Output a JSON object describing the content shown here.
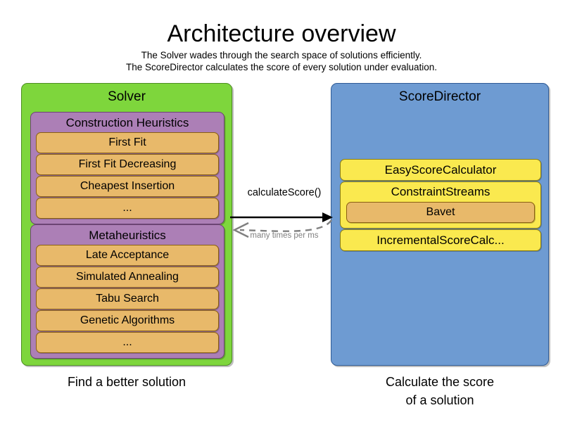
{
  "header": {
    "title": "Architecture overview",
    "subtitle_lines": [
      "The Solver wades through the search space of solutions efficiently.",
      "The ScoreDirector calculates the score of every solution under evaluation."
    ]
  },
  "colors": {
    "solver_panel": "#7ED63C",
    "score_director_panel": "#6E9BD2",
    "group": "#AC7FB6",
    "item_orange": "#E8B96A",
    "item_yellow": "#FAE94F",
    "arrow_solid": "#000000",
    "arrow_dashed": "#808080"
  },
  "solver": {
    "title": "Solver",
    "caption": "Find a better solution",
    "groups": [
      {
        "title": "Construction Heuristics",
        "items": [
          "First Fit",
          "First Fit Decreasing",
          "Cheapest Insertion",
          "..."
        ]
      },
      {
        "title": "Metaheuristics",
        "items": [
          "Late Acceptance",
          "Simulated Annealing",
          "Tabu Search",
          "Genetic Algorithms",
          "..."
        ]
      }
    ]
  },
  "score_director": {
    "title": "ScoreDirector",
    "caption_lines": [
      "Calculate the score",
      "of a solution"
    ],
    "items": [
      {
        "label": "EasyScoreCalculator",
        "children": []
      },
      {
        "label": "ConstraintStreams",
        "children": [
          "Bavet"
        ]
      },
      {
        "label": "IncrementalScoreCalc...",
        "children": []
      }
    ]
  },
  "arrows": {
    "call_label": "calculateScore()",
    "return_label": "many times per ms"
  }
}
